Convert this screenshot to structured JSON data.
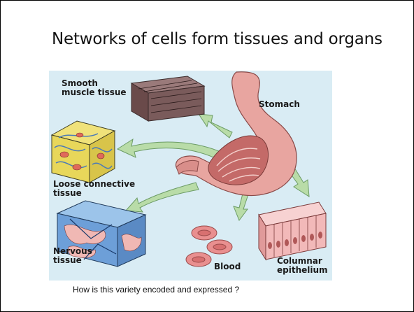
{
  "slide": {
    "title": "Networks of cells form tissues and organs",
    "question": "How is this variety encoded and expressed ?"
  },
  "figure": {
    "labels": {
      "smooth_muscle": "Smooth\nmuscle tissue",
      "stomach": "Stomach",
      "loose_connective": "Loose connective\ntissue",
      "nervous": "Nervous\ntissue",
      "blood": "Blood",
      "columnar": "Columnar\nepithelium"
    },
    "colors": {
      "background": "#d9ecf4",
      "stomach": "#e8a5a0",
      "arrow": "#b9dca8",
      "muscle": "#7a5b5b",
      "connective": "#e8d75a",
      "nervous": "#6d9fd8",
      "blood": "#e98f8f",
      "epithelium": "#f2b9b9"
    }
  }
}
